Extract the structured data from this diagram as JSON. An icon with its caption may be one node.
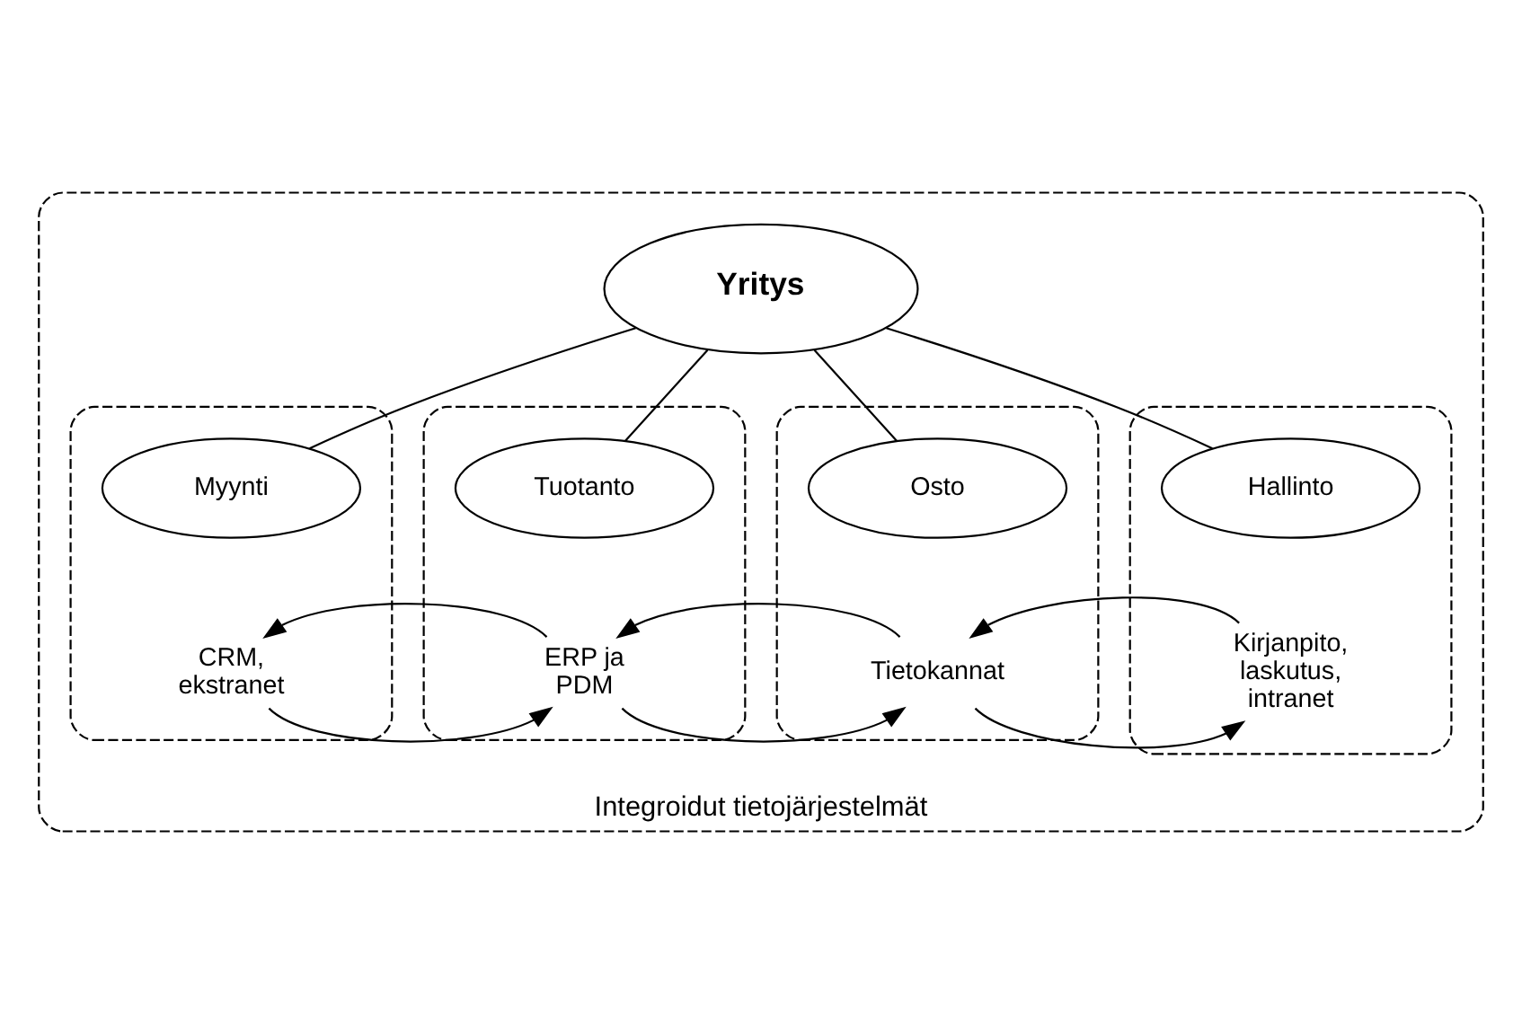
{
  "diagram": {
    "nodes": [
      {
        "text": [
          "Integroidut tietojärjestelmät"
        ]
      },
      {
        "text": [
          "Yritys"
        ],
        "in": 0
      },
      {
        "text": [],
        "shape": "box",
        "in": 0
      },
      {
        "text": [
          "Myynti"
        ],
        "in": 2
      },
      {
        "text": [
          "CRM, ekstranet"
        ],
        "in": 2
      },
      {
        "text": [],
        "shape": "box",
        "in": 0
      },
      {
        "text": [
          "Tuotanto"
        ],
        "in": 5
      },
      {
        "text": [
          "ERP ja PDM"
        ],
        "in": 5
      },
      {
        "text": [],
        "shape": "box",
        "in": 0
      },
      {
        "text": [
          "Osto"
        ],
        "in": 8
      },
      {
        "text": [
          "Tietokannat"
        ],
        "in": 8
      },
      {
        "text": [],
        "shape": "box",
        "in": 0
      },
      {
        "text": [
          "Hallinto"
        ],
        "in": 11
      },
      {
        "text": [
          "Kirjanpito, laskutus, intranet"
        ],
        "in": 11
      }
    ],
    "edges": [
      {
        "from": 1,
        "to": 3,
        "arrow": "none"
      },
      {
        "from": 1,
        "to": 6,
        "arrow": "none"
      },
      {
        "from": 1,
        "to": 9,
        "arrow": "none"
      },
      {
        "from": 1,
        "to": 12,
        "arrow": "none"
      },
      {
        "from": 7,
        "to": 4,
        "arrow": "to"
      },
      {
        "from": 4,
        "to": 7,
        "arrow": "to"
      },
      {
        "from": 10,
        "to": 7,
        "arrow": "to"
      },
      {
        "from": 7,
        "to": 10,
        "arrow": "to"
      },
      {
        "from": 13,
        "to": 10,
        "arrow": "to"
      },
      {
        "from": 10,
        "to": 13,
        "arrow": "to"
      }
    ]
  }
}
